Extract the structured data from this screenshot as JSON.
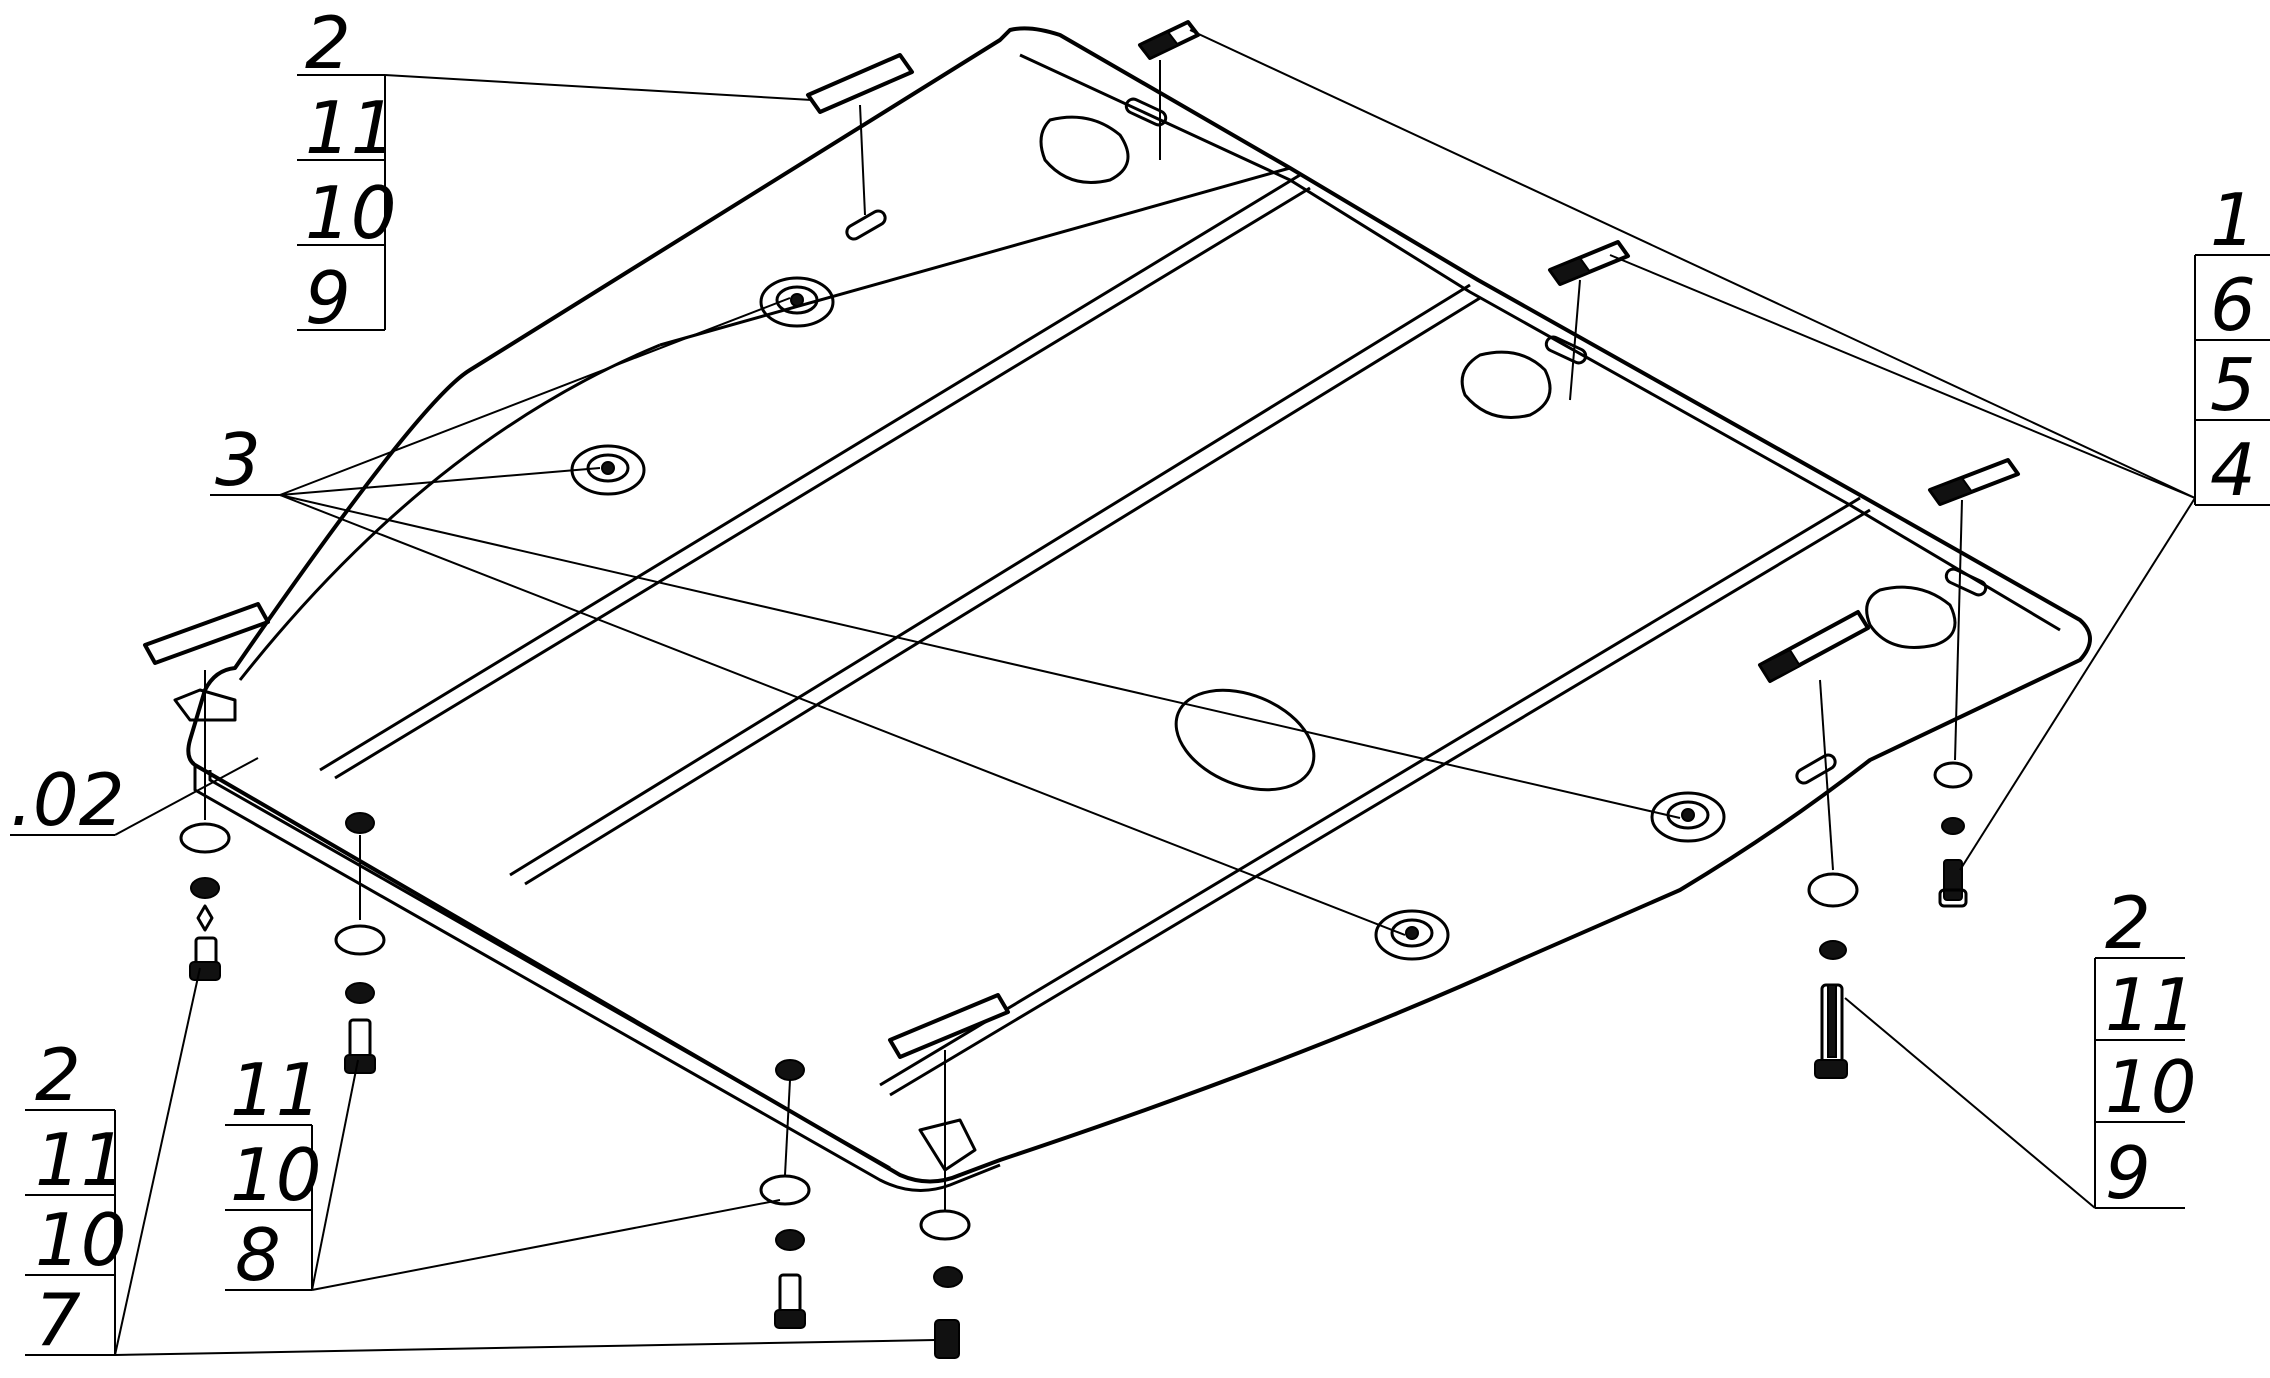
{
  "drawing": {
    "callouts": {
      "top_left": [
        "2",
        "11",
        "10",
        "9"
      ],
      "top_right": [
        "1",
        "6",
        "5",
        "4"
      ],
      "right": [
        "2",
        "11",
        "10",
        "9"
      ],
      "bottom_left": [
        "2",
        "11",
        "10",
        "7"
      ],
      "bottom_mid": [
        "11",
        "10",
        "8"
      ],
      "single_3": "3",
      "single_02": ".02"
    }
  }
}
